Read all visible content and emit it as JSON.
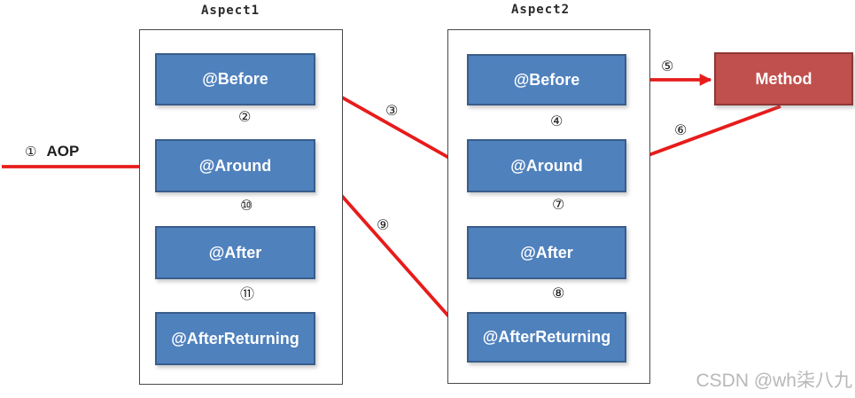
{
  "aspect1": {
    "title": "Aspect1",
    "boxes": [
      {
        "label": "@Before"
      },
      {
        "label": "@Around"
      },
      {
        "label": "@After"
      },
      {
        "label": "@AfterReturning"
      }
    ]
  },
  "aspect2": {
    "title": "Aspect2",
    "boxes": [
      {
        "label": "@Before"
      },
      {
        "label": "@Around"
      },
      {
        "label": "@After"
      },
      {
        "label": "@AfterReturning"
      }
    ]
  },
  "method": {
    "label": "Method"
  },
  "entry": {
    "number": "①",
    "text": "AOP"
  },
  "arrow_labels": {
    "2": "②",
    "3": "③",
    "4": "④",
    "5": "⑤",
    "6": "⑥",
    "7": "⑦",
    "8": "⑧",
    "9": "⑨",
    "10": "⑩",
    "11": "⑪"
  },
  "watermark": {
    "text": "CSDN @wh柒八九"
  },
  "colors": {
    "aspect_box_fill": "#4f81bd",
    "aspect_box_border": "#385d8a",
    "method_box_fill": "#c0504d",
    "method_box_border": "#8c3836",
    "arrow": "#e71c1c",
    "panel_border": "#4a4a4a",
    "watermark": "#b8b8b8"
  }
}
